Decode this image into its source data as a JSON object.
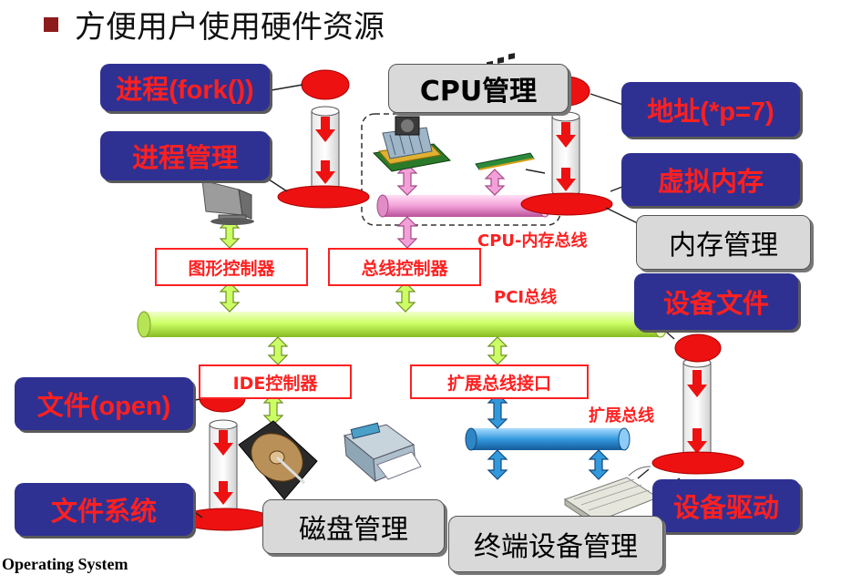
{
  "slide": {
    "title": "方便用户使用硬件资源",
    "footer": "Operating System"
  },
  "callouts": {
    "process_fork": "进程(fork())",
    "process_mgmt": "进程管理",
    "address": "地址(*p=7)",
    "virtual_memory": "虚拟内存",
    "device_file": "设备文件",
    "file_open": "文件(open)",
    "file_system": "文件系统",
    "device_driver": "设备驱动"
  },
  "managers": {
    "cpu": "CPU管理",
    "memory": "内存管理",
    "disk": "磁盘管理",
    "terminal": "终端设备管理"
  },
  "controllers": {
    "graphics": "图形控制器",
    "bus": "总线控制器",
    "ide": "IDE控制器",
    "expansion_interface": "扩展总线接口"
  },
  "bus_labels": {
    "cpu_memory": "CPU-内存总线",
    "pci": "PCI总线",
    "expansion": "扩展总线"
  },
  "colors": {
    "callout_bg": "#2e3192",
    "callout_text": "#ff2020",
    "manager_bg": "#d9d9d9",
    "controller_border": "#ff2020",
    "pci_bus": "#ccff66",
    "cpu_memory_bus": "#f4a0d8",
    "expansion_bus": "#3399dd",
    "ellipse": "#ee1111",
    "title_bullet": "#8c1c1c"
  },
  "icons": [
    "cpu-chip-icon",
    "ram-module-icon",
    "monitor-icon",
    "hard-disk-icon",
    "printer-icon",
    "keyboard-icon"
  ]
}
